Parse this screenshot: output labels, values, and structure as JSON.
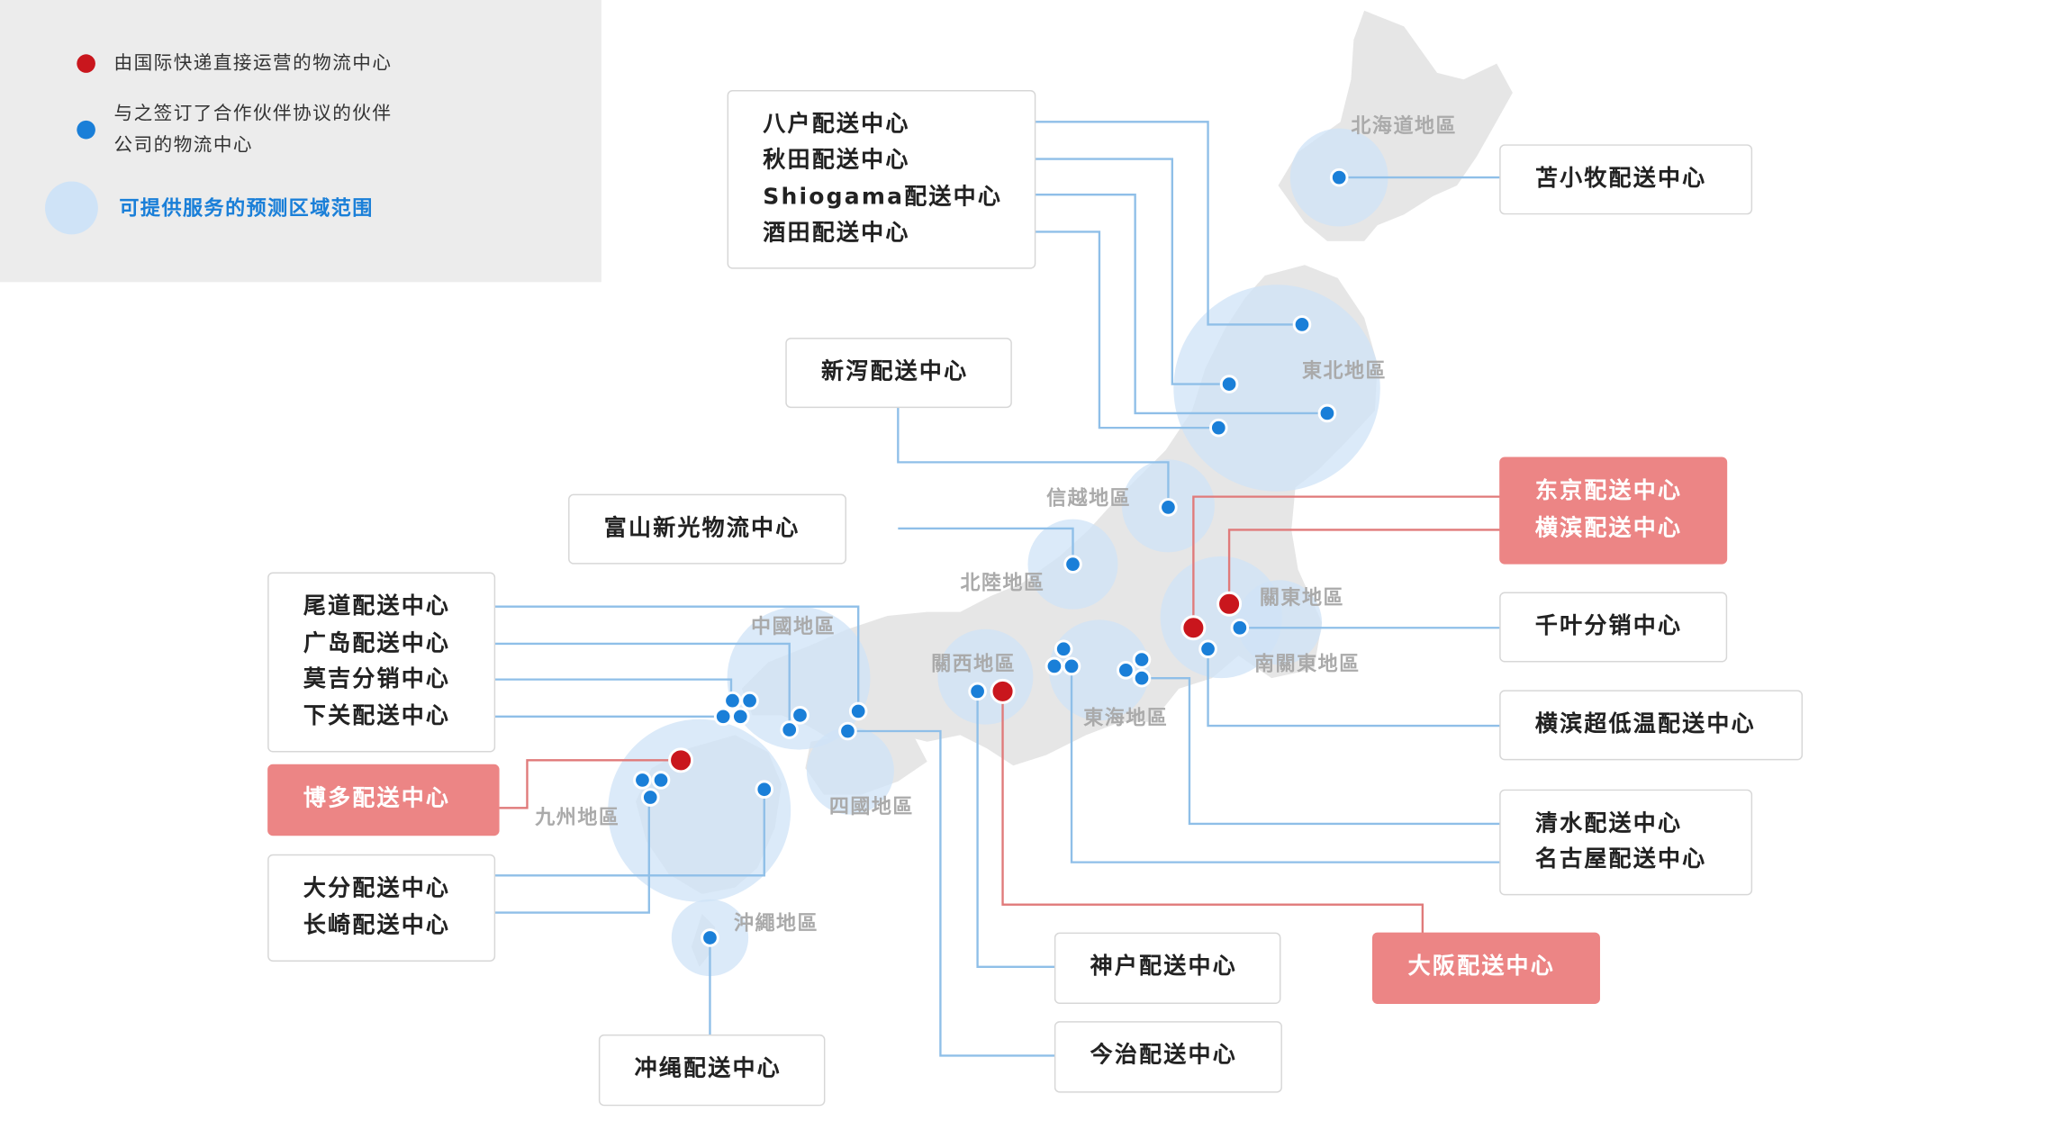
{
  "legend": {
    "direct": "由国际快递直接运营的物流中心",
    "partner_line1": "与之签订了合作伙伴协议的伙伴",
    "partner_line2": "公司的物流中心",
    "range": "可提供服务的预测区域范围"
  },
  "regions": {
    "hokkaido": "北海道地區",
    "tohoku": "東北地區",
    "shinetsu": "信越地區",
    "hokuriku": "北陸地區",
    "kanto": "關東地區",
    "minami_kanto": "南關東地區",
    "chugoku": "中國地區",
    "kansai": "關西地區",
    "tokai": "東海地區",
    "shikoku": "四國地區",
    "kyushu": "九州地區",
    "okinawa": "沖繩地區"
  },
  "centers": {
    "tohoku_group": [
      "八户配送中心",
      "秋田配送中心",
      "Shiogama配送中心",
      "酒田配送中心"
    ],
    "tomakomai": [
      "苫小牧配送中心"
    ],
    "niigata": [
      "新泻配送中心"
    ],
    "toyama": [
      "富山新光物流中心"
    ],
    "tokyo_yokohama": [
      "东京配送中心",
      "横滨配送中心"
    ],
    "chiba": [
      "千叶分销中心"
    ],
    "yokohama_cold": [
      "横滨超低温配送中心"
    ],
    "shimizu_nagoya": [
      "清水配送中心",
      "名古屋配送中心"
    ],
    "osaka": [
      "大阪配送中心"
    ],
    "kobe": [
      "神户配送中心"
    ],
    "imabari": [
      "今治配送中心"
    ],
    "chugoku_group": [
      "尾道配送中心",
      "广岛配送中心",
      "莫吉分销中心",
      "下关配送中心"
    ],
    "hakata": [
      "博多配送中心"
    ],
    "kyushu_group": [
      "大分配送中心",
      "长崎配送中心"
    ],
    "okinawa": [
      "冲绳配送中心"
    ]
  },
  "colors": {
    "direct": "#c9161d",
    "partner": "#1a7fd8",
    "range": "#cfe3f7",
    "land": "#e6e6e6",
    "line_blue": "#8fbfe8",
    "line_red": "#e07a7a",
    "pink_box": "#ec8585"
  }
}
